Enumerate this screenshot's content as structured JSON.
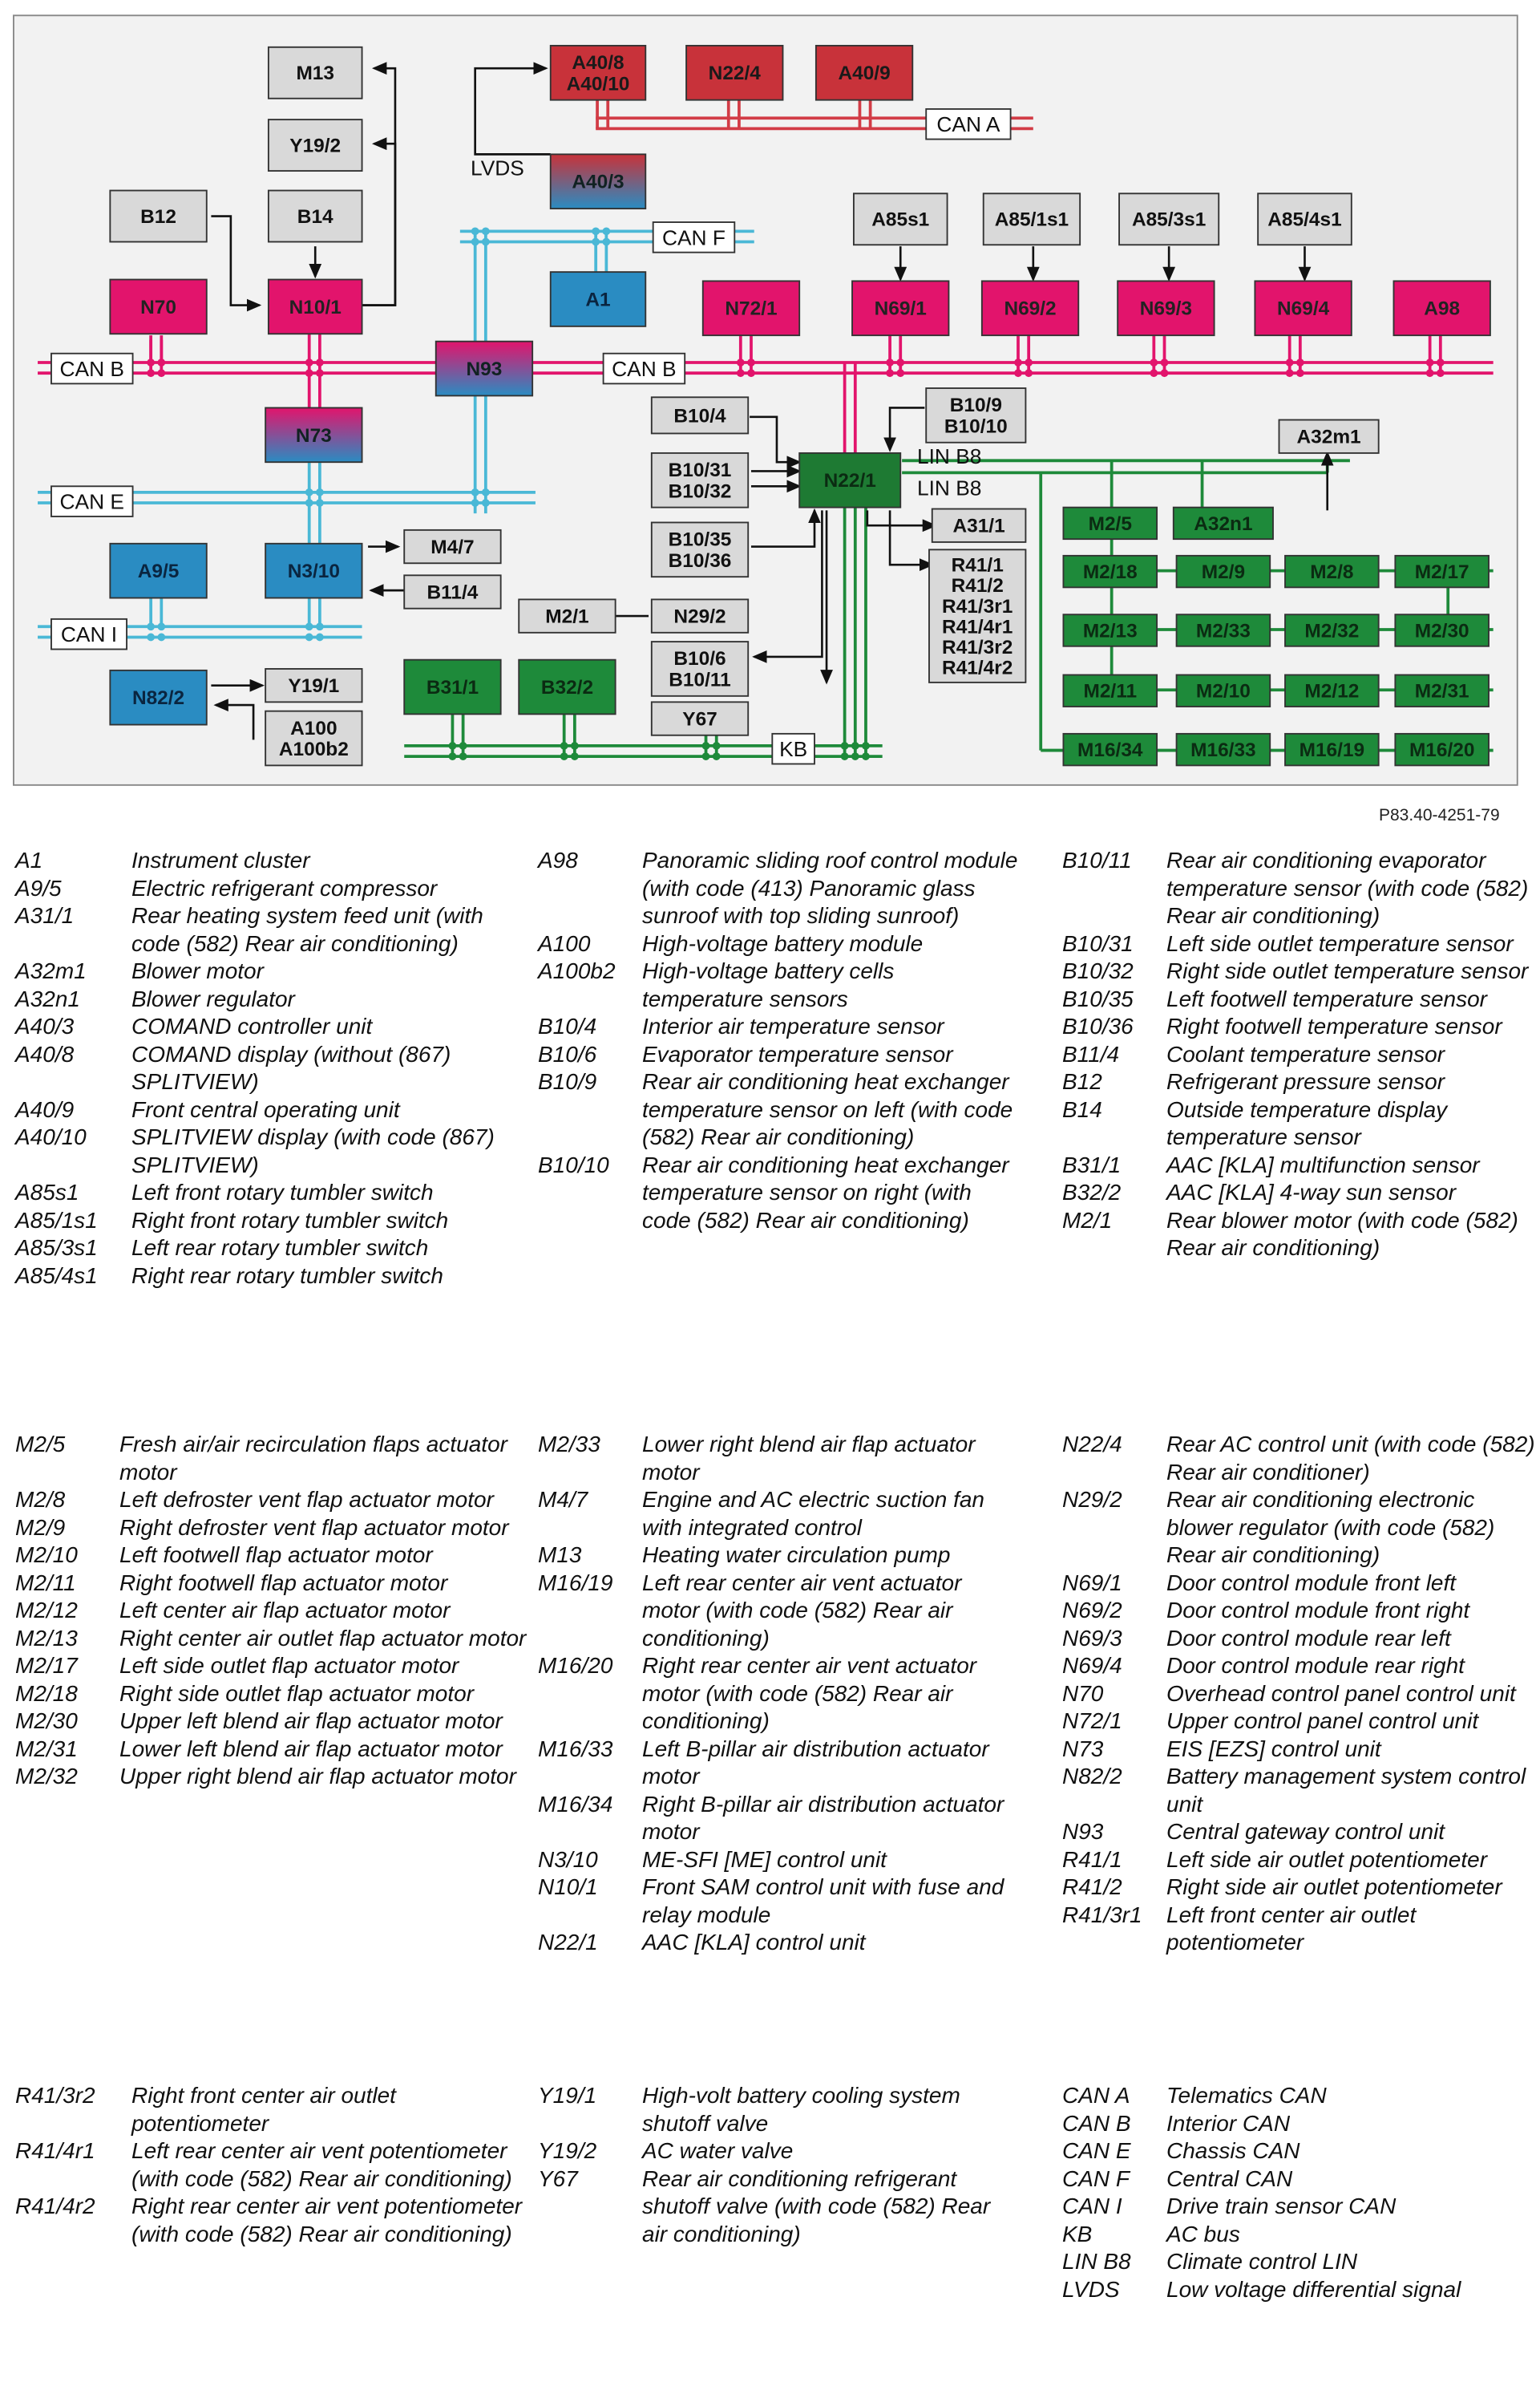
{
  "diagram": {
    "reference": "P83.40-4251-79",
    "buses": {
      "can_a": "CAN A",
      "can_b_left": "CAN B",
      "can_b_mid": "CAN B",
      "can_f": "CAN F",
      "can_e": "CAN E",
      "can_i": "CAN I",
      "lin_b8_top": "LIN B8",
      "lin_b8_bottom": "LIN B8",
      "kb": "KB",
      "lvds": "LVDS"
    },
    "modules": {
      "M13": "M13",
      "Y19_2": "Y19/2",
      "B12": "B12",
      "B14": "B14",
      "N70": "N70",
      "N10_1": "N10/1",
      "A40_8": "A40/8\nA40/10",
      "N22_4": "N22/4",
      "A40_9": "A40/9",
      "A40_3": "A40/3",
      "A1": "A1",
      "A85s1": "A85s1",
      "A85_1s1": "A85/1s1",
      "A85_3s1": "A85/3s1",
      "A85_4s1": "A85/4s1",
      "N72_1": "N72/1",
      "N69_1": "N69/1",
      "N69_2": "N69/2",
      "N69_3": "N69/3",
      "N69_4": "N69/4",
      "A98": "A98",
      "N93": "N93",
      "N73": "N73",
      "B10_4": "B10/4",
      "B10_9": "B10/9\nB10/10",
      "A32m1": "A32m1",
      "B10_31": "B10/31\nB10/32",
      "N22_1": "N22/1",
      "B10_35": "B10/35\nB10/36",
      "A31_1": "A31/1",
      "R41": "R41/1\nR41/2\nR41/3r1\nR41/4r1\nR41/3r2\nR41/4r2",
      "M2_5": "M2/5",
      "A32n1": "A32n1",
      "M2_18": "M2/18",
      "M2_9": "M2/9",
      "M2_8": "M2/8",
      "M2_17": "M2/17",
      "M2_13": "M2/13",
      "M2_33": "M2/33",
      "M2_32": "M2/32",
      "M2_30": "M2/30",
      "M2_11": "M2/11",
      "M2_10": "M2/10",
      "M2_12": "M2/12",
      "M2_31": "M2/31",
      "M16_34": "M16/34",
      "M16_33": "M16/33",
      "M16_19": "M16/19",
      "M16_20": "M16/20",
      "A9_5": "A9/5",
      "N3_10": "N3/10",
      "M4_7": "M4/7",
      "B11_4": "B11/4",
      "M2_1": "M2/1",
      "N29_2": "N29/2",
      "B10_6": "B10/6\nB10/11",
      "N82_2": "N82/2",
      "Y19_1": "Y19/1",
      "A100": "A100\nA100b2",
      "B31_1": "B31/1",
      "B32_2": "B32/2",
      "Y67": "Y67"
    },
    "colors": {
      "gray": "#d9d9d9",
      "red": "#c8323a",
      "pink": "#e2146c",
      "blue": "#2a8cc2",
      "green": "#1e8a3a",
      "can_b_line": "#e2146c",
      "can_a_line": "#d23c46",
      "cyan_line": "#4ab8d6",
      "green_line": "#1e8a3a"
    }
  },
  "legend": {
    "row1": {
      "col1": [
        {
          "code": "A1",
          "desc": "Instrument cluster"
        },
        {
          "code": "A9/5",
          "desc": "Electric refrigerant compressor"
        },
        {
          "code": "A31/1",
          "desc": "Rear heating system feed unit (with code (582) Rear air conditioning)"
        },
        {
          "code": "A32m1",
          "desc": "Blower motor"
        },
        {
          "code": "A32n1",
          "desc": "Blower regulator"
        },
        {
          "code": "A40/3",
          "desc": "COMAND controller unit"
        },
        {
          "code": "A40/8",
          "desc": "COMAND display (without (867) SPLITVIEW)"
        },
        {
          "code": "A40/9",
          "desc": "Front central operating unit"
        },
        {
          "code": "A40/10",
          "desc": "SPLITVIEW display (with code (867) SPLITVIEW)"
        },
        {
          "code": "A85s1",
          "desc": "Left front rotary tumbler switch"
        },
        {
          "code": "A85/1s1",
          "desc": "Right front rotary tumbler switch"
        },
        {
          "code": "A85/3s1",
          "desc": "Left rear rotary tumbler switch"
        },
        {
          "code": "A85/4s1",
          "desc": "Right rear rotary tumbler switch"
        }
      ],
      "col2": [
        {
          "code": "A98",
          "desc": "Panoramic sliding roof control module (with code (413) Panoramic glass sunroof with top sliding sunroof)"
        },
        {
          "code": "A100",
          "desc": "High-voltage battery module"
        },
        {
          "code": "A100b2",
          "desc": "High-voltage battery cells temperature sensors"
        },
        {
          "code": "B10/4",
          "desc": "Interior air temperature sensor"
        },
        {
          "code": "B10/6",
          "desc": "Evaporator temperature sensor"
        },
        {
          "code": "B10/9",
          "desc": "Rear air conditioning heat exchanger temperature sensor on left (with code (582) Rear air conditioning)"
        },
        {
          "code": "B10/10",
          "desc": "Rear air conditioning heat exchanger temperature sensor on right (with code (582) Rear air conditioning)"
        }
      ],
      "col3": [
        {
          "code": "B10/11",
          "desc": "Rear air conditioning evaporator temperature sensor (with code (582) Rear air conditioning)"
        },
        {
          "code": "B10/31",
          "desc": "Left side outlet temperature sensor"
        },
        {
          "code": "B10/32",
          "desc": "Right side outlet temperature sensor"
        },
        {
          "code": "B10/35",
          "desc": "Left footwell temperature sensor"
        },
        {
          "code": "B10/36",
          "desc": "Right footwell temperature sensor"
        },
        {
          "code": "B11/4",
          "desc": "Coolant temperature sensor"
        },
        {
          "code": "B12",
          "desc": "Refrigerant pressure sensor"
        },
        {
          "code": "B14",
          "desc": "Outside temperature display temperature sensor"
        },
        {
          "code": "B31/1",
          "desc": "AAC [KLA] multifunction sensor"
        },
        {
          "code": "B32/2",
          "desc": "AAC [KLA] 4-way sun sensor"
        },
        {
          "code": "M2/1",
          "desc": "Rear blower motor (with code (582) Rear air conditioning)"
        }
      ]
    },
    "row2": {
      "col1": [
        {
          "code": "M2/5",
          "desc": "Fresh air/air recirculation flaps actuator motor"
        },
        {
          "code": "M2/8",
          "desc": "Left defroster vent flap actuator motor"
        },
        {
          "code": "M2/9",
          "desc": "Right defroster vent flap actuator motor"
        },
        {
          "code": "M2/10",
          "desc": "Left footwell flap actuator motor"
        },
        {
          "code": "M2/11",
          "desc": "Right footwell flap actuator motor"
        },
        {
          "code": "M2/12",
          "desc": "Left center air flap actuator motor"
        },
        {
          "code": "M2/13",
          "desc": "Right center air outlet flap actuator motor"
        },
        {
          "code": "M2/17",
          "desc": "Left side outlet flap actuator motor"
        },
        {
          "code": "M2/18",
          "desc": "Right side outlet flap actuator motor"
        },
        {
          "code": "M2/30",
          "desc": "Upper left blend air flap actuator motor"
        },
        {
          "code": "M2/31",
          "desc": "Lower left blend air flap actuator motor"
        },
        {
          "code": "M2/32",
          "desc": "Upper right blend air flap actuator motor"
        }
      ],
      "col2": [
        {
          "code": "M2/33",
          "desc": "Lower right blend air flap actuator motor"
        },
        {
          "code": "M4/7",
          "desc": "Engine and AC electric suction fan with integrated control"
        },
        {
          "code": "M13",
          "desc": "Heating water circulation pump"
        },
        {
          "code": "M16/19",
          "desc": "Left rear center air vent actuator motor (with code (582) Rear air conditioning)"
        },
        {
          "code": "M16/20",
          "desc": "Right rear center air vent actuator motor (with code (582) Rear air conditioning)"
        },
        {
          "code": "M16/33",
          "desc": "Left B-pillar air distribution actuator motor"
        },
        {
          "code": "M16/34",
          "desc": "Right B-pillar air distribution actuator motor"
        },
        {
          "code": "N3/10",
          "desc": "ME-SFI [ME] control unit"
        },
        {
          "code": "N10/1",
          "desc": "Front SAM control unit with fuse and relay module"
        },
        {
          "code": "N22/1",
          "desc": "AAC [KLA] control unit"
        }
      ],
      "col3": [
        {
          "code": "N22/4",
          "desc": "Rear AC control unit (with code (582) Rear air conditioner)"
        },
        {
          "code": "N29/2",
          "desc": "Rear air conditioning electronic blower regulator (with code (582) Rear air conditioning)"
        },
        {
          "code": "N69/1",
          "desc": "Door control module front left"
        },
        {
          "code": "N69/2",
          "desc": "Door control module front right"
        },
        {
          "code": "N69/3",
          "desc": "Door control module rear left"
        },
        {
          "code": "N69/4",
          "desc": "Door control module rear right"
        },
        {
          "code": "N70",
          "desc": "Overhead control panel control unit"
        },
        {
          "code": "N72/1",
          "desc": "Upper control panel control unit"
        },
        {
          "code": "N73",
          "desc": "EIS [EZS] control unit"
        },
        {
          "code": "N82/2",
          "desc": "Battery management system control unit"
        },
        {
          "code": "N93",
          "desc": "Central gateway control unit"
        },
        {
          "code": "R41/1",
          "desc": "Left side air outlet potentiometer"
        },
        {
          "code": "R41/2",
          "desc": "Right side air outlet potentiometer"
        },
        {
          "code": "R41/3r1",
          "desc": "Left front center air outlet potentiometer"
        }
      ]
    },
    "row3": {
      "col1": [
        {
          "code": "R41/3r2",
          "desc": "Right front center air outlet potentiometer"
        },
        {
          "code": "R41/4r1",
          "desc": "Left rear center air vent potentiometer (with code (582) Rear air conditioning)"
        },
        {
          "code": "R41/4r2",
          "desc": "Right rear center air vent potentiometer (with code (582) Rear air conditioning)"
        }
      ],
      "col2": [
        {
          "code": "Y19/1",
          "desc": "High-volt battery cooling system shutoff valve"
        },
        {
          "code": "Y19/2",
          "desc": "AC water valve"
        },
        {
          "code": "Y67",
          "desc": "Rear air conditioning refrigerant shutoff valve (with code (582) Rear air conditioning)"
        }
      ],
      "col3": [
        {
          "code": "CAN A",
          "desc": "Telematics CAN"
        },
        {
          "code": "CAN B",
          "desc": "Interior CAN"
        },
        {
          "code": "CAN E",
          "desc": "Chassis CAN"
        },
        {
          "code": "CAN F",
          "desc": "Central CAN"
        },
        {
          "code": "CAN I",
          "desc": "Drive train sensor CAN"
        },
        {
          "code": "KB",
          "desc": "AC bus"
        },
        {
          "code": "LIN B8",
          "desc": "Climate control LIN"
        },
        {
          "code": "LVDS",
          "desc": "Low voltage differential signal"
        }
      ]
    }
  }
}
